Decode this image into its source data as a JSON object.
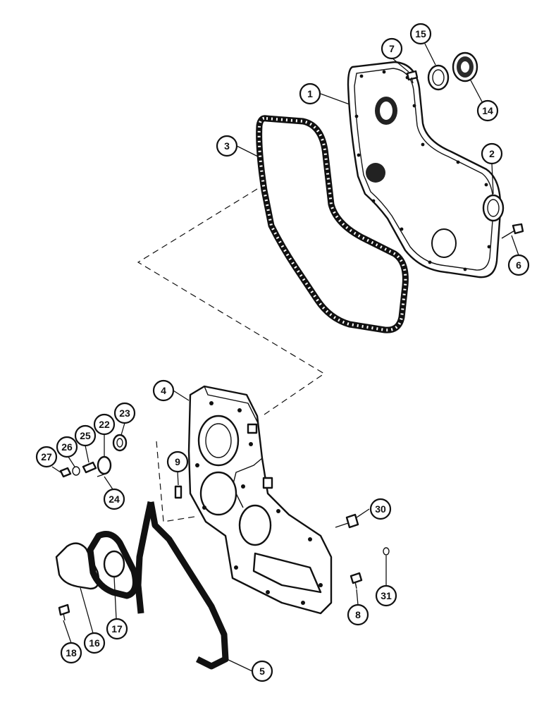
{
  "callouts": [
    {
      "label": "1"
    },
    {
      "label": "2"
    },
    {
      "label": "3"
    },
    {
      "label": "4"
    },
    {
      "label": "5"
    },
    {
      "label": "6"
    },
    {
      "label": "7"
    },
    {
      "label": "8"
    },
    {
      "label": "9"
    },
    {
      "label": "14"
    },
    {
      "label": "15"
    },
    {
      "label": "16"
    },
    {
      "label": "17"
    },
    {
      "label": "18"
    },
    {
      "label": "22"
    },
    {
      "label": "23"
    },
    {
      "label": "24"
    },
    {
      "label": "25"
    },
    {
      "label": "26"
    },
    {
      "label": "27"
    },
    {
      "label": "30"
    },
    {
      "label": "31"
    }
  ]
}
